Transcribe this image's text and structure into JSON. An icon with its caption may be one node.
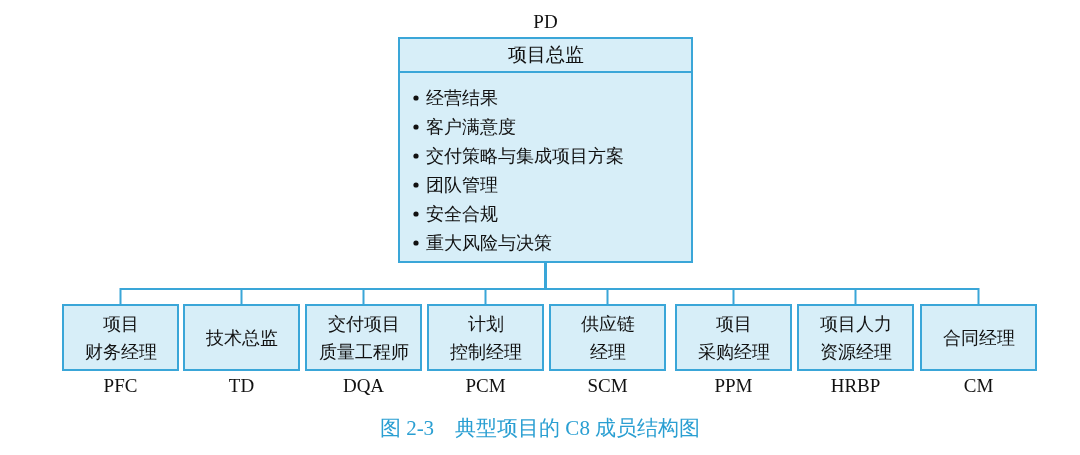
{
  "diagram": {
    "caption": "图 2-3　典型项目的 C8 成员结构图",
    "nodes": [
      {
        "text": [
          "项目总监",
          "经营结果",
          "客户满意度",
          "交付策略与集成项目方案",
          "团队管理",
          "安全合规",
          "重大风险与决策"
        ],
        "beside": [
          "PD"
        ]
      },
      {
        "text": [
          "项目财务经理"
        ],
        "beside": [
          "PFC"
        ]
      },
      {
        "text": [
          "技术总监"
        ],
        "beside": [
          "TD"
        ]
      },
      {
        "text": [
          "交付项目质量工程师"
        ],
        "beside": [
          "DQA"
        ]
      },
      {
        "text": [
          "计划控制经理"
        ],
        "beside": [
          "PCM"
        ]
      },
      {
        "text": [
          "供应链经理"
        ],
        "beside": [
          "SCM"
        ]
      },
      {
        "text": [
          "项目采购经理"
        ],
        "beside": [
          "PPM"
        ]
      },
      {
        "text": [
          "项目人力资源经理"
        ],
        "beside": [
          "HRBP"
        ]
      },
      {
        "text": [
          "合同经理"
        ],
        "beside": [
          "CM"
        ]
      }
    ],
    "edges": [
      {
        "from": 0,
        "to": 1,
        "arrow": "none"
      },
      {
        "from": 0,
        "to": 2,
        "arrow": "none"
      },
      {
        "from": 0,
        "to": 3,
        "arrow": "none"
      },
      {
        "from": 0,
        "to": 4,
        "arrow": "none"
      },
      {
        "from": 0,
        "to": 5,
        "arrow": "none"
      },
      {
        "from": 0,
        "to": 6,
        "arrow": "none"
      },
      {
        "from": 0,
        "to": 7,
        "arrow": "none"
      },
      {
        "from": 0,
        "to": 8,
        "arrow": "none"
      }
    ]
  }
}
